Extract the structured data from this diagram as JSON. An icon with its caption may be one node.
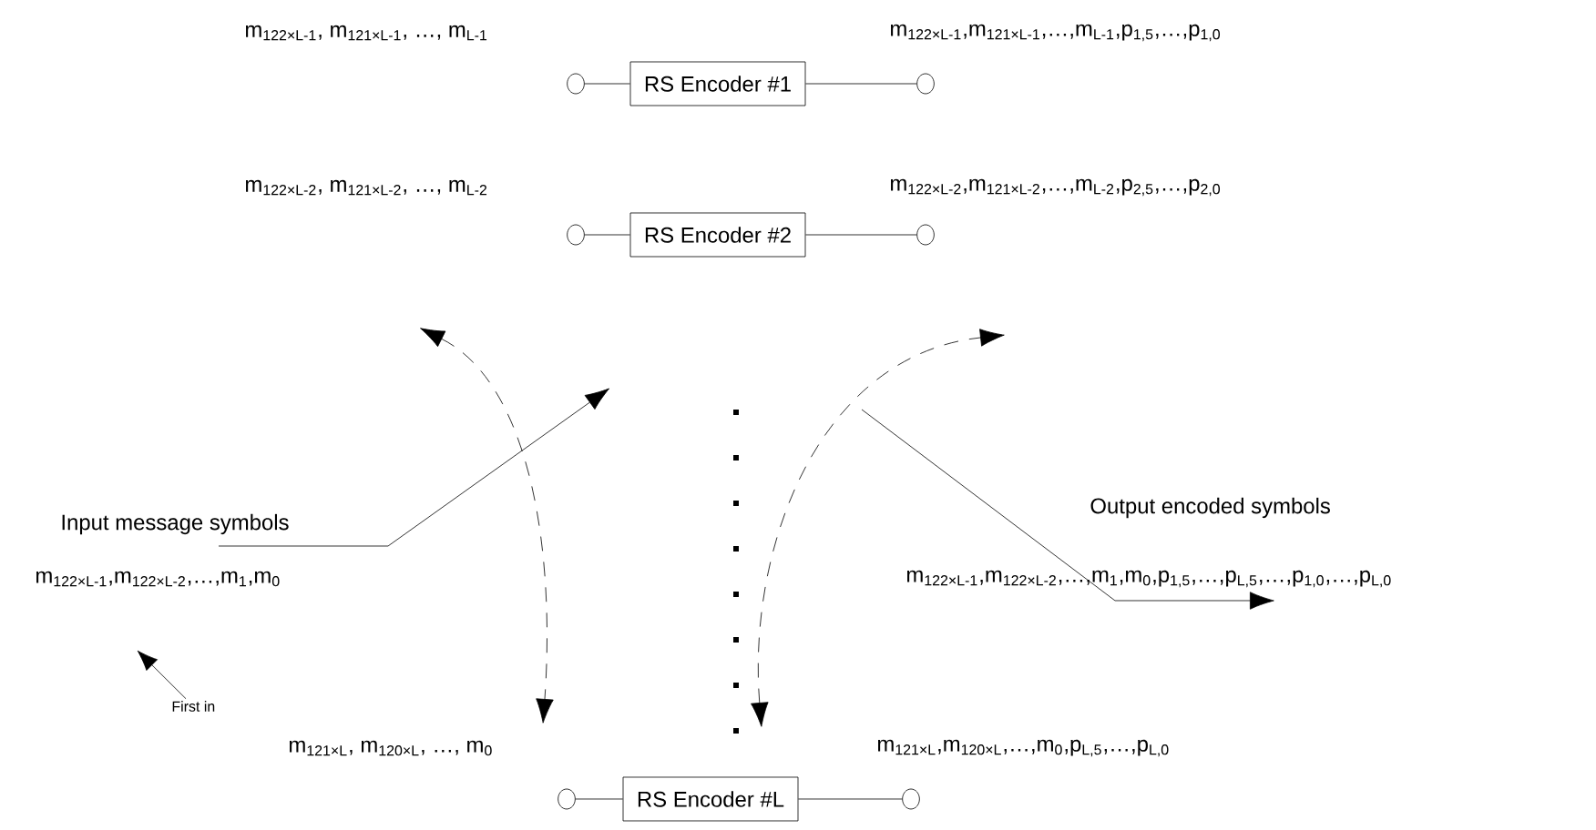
{
  "diagram": {
    "nodes": [
      {
        "text": [],
        "shape": "circle"
      },
      {
        "text": [
          "RS Encoder #1"
        ]
      },
      {
        "text": [],
        "shape": "circle"
      },
      {
        "text": [],
        "shape": "circle"
      },
      {
        "text": [
          "RS Encoder #2"
        ]
      },
      {
        "text": [],
        "shape": "circle"
      },
      {
        "text": [],
        "shape": "circle"
      },
      {
        "text": [
          "RS Encoder #L"
        ]
      },
      {
        "text": [],
        "shape": "circle"
      },
      {
        "text": [
          "First in"
        ]
      }
    ],
    "edges": [
      {
        "from": 0,
        "to": 1,
        "arrow": "none"
      },
      {
        "from": 1,
        "to": 2,
        "arrow": "none"
      },
      {
        "from": 3,
        "to": 4,
        "arrow": "none"
      },
      {
        "from": 4,
        "to": 5,
        "arrow": "none"
      },
      {
        "from": 6,
        "to": 7,
        "arrow": "none"
      },
      {
        "from": 7,
        "to": 8,
        "arrow": "none"
      },
      {
        "from": 9,
        "to": null,
        "arrow": "to"
      }
    ],
    "labels": [
      "m$_{122×L-1}$, m$_{121×L-1}$, …, m$_{L-1}$",
      "m$_{122×L-1}$,m$_{121×L-1}$,…,m$_{L-1}$,p$_{1,5}$,…,p$_{1,0}$",
      "m$_{122×L-2}$, m$_{121×L-2}$, …, m$_{L-2}$",
      "m$_{122×L-2}$,m$_{121×L-2}$,…,m$_{L-2}$,p$_{2,5}$,…,p$_{2,0}$",
      "Input message symbols",
      "Output encoded symbols",
      "m$_{122×L-1}$,m$_{122×L-2}$,…,m$_{1}$,m$_{0}$",
      "m$_{122×L-1}$,m$_{122×L-2}$,…,m$_{1}$,m$_{0}$,p$_{1,5}$,…,p$_{L,5}$,…,p$_{1,0}$,…,p$_{L,0}$",
      "m$_{121×L}$, m$_{120×L}$, …, m$_{0}$",
      "m$_{121×L}$,m$_{120×L}$,…,m$_{0}$,p$_{L,5}$,…,p$_{L,0}$"
    ]
  }
}
